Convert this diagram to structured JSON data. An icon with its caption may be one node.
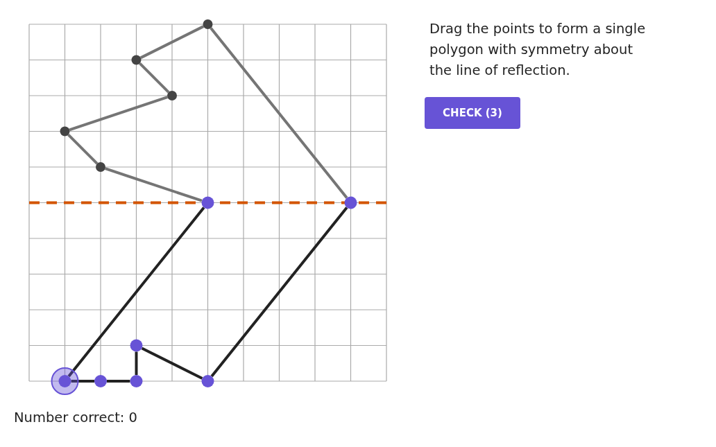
{
  "diagram": {
    "nodes": [
      {
        "text": [],
        "shape": "circle"
      },
      {
        "text": [],
        "shape": "circle"
      },
      {
        "text": [],
        "shape": "circle"
      },
      {
        "text": [],
        "shape": "circle"
      },
      {
        "text": [],
        "shape": "circle"
      },
      {
        "text": [],
        "shape": "circle"
      },
      {
        "text": [],
        "shape": "circle"
      },
      {
        "text": [],
        "shape": "circle"
      },
      {
        "text": [],
        "shape": "circle"
      },
      {
        "text": [],
        "shape": "circle"
      },
      {
        "text": [],
        "shape": "circle"
      },
      {
        "text": [],
        "shape": "circle"
      }
    ],
    "edges": [
      {
        "from": 6,
        "to": 0,
        "arrow": "none",
        "color": "#757575"
      },
      {
        "from": 0,
        "to": 1,
        "arrow": "none",
        "color": "#757575"
      },
      {
        "from": 1,
        "to": 2,
        "arrow": "none",
        "color": "#757575"
      },
      {
        "from": 2,
        "to": 3,
        "arrow": "none",
        "color": "#757575"
      },
      {
        "from": 3,
        "to": 4,
        "arrow": "none",
        "color": "#757575"
      },
      {
        "from": 4,
        "to": 5,
        "arrow": "none",
        "color": "#757575"
      },
      {
        "from": 5,
        "to": 7,
        "arrow": "none"
      },
      {
        "from": 7,
        "to": 8,
        "arrow": "none"
      },
      {
        "from": 8,
        "to": 9,
        "arrow": "none"
      },
      {
        "from": 9,
        "to": 10,
        "arrow": "none"
      },
      {
        "from": 10,
        "to": 11,
        "arrow": "none"
      },
      {
        "from": 11,
        "to": 6,
        "arrow": "none"
      }
    ],
    "labels": [
      "Drag the points to form a single polygon with symmetry about the line of reflection.",
      "CHECK (3)",
      "Number correct: 0"
    ]
  }
}
